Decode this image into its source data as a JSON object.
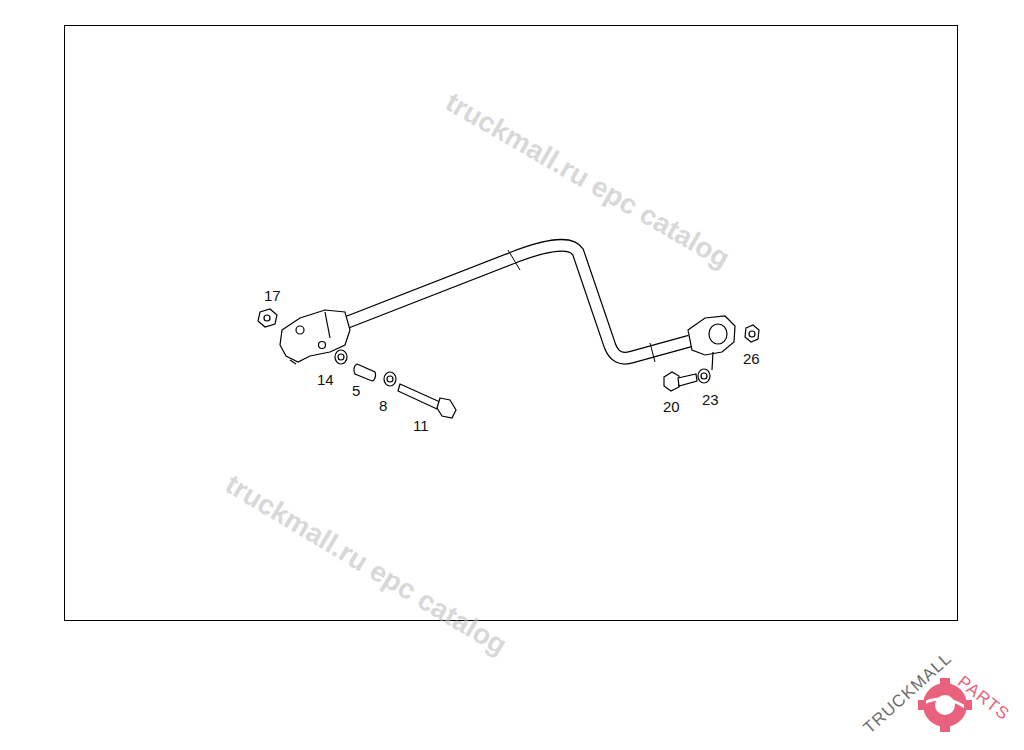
{
  "diagram": {
    "labels": [
      "17",
      "14",
      "5",
      "8",
      "11",
      "20",
      "23",
      "26",
      "truckmall.ru epc catalog",
      "truckmall.ru epc catalog",
      "TRUCKMALL",
      "PARTS"
    ]
  }
}
